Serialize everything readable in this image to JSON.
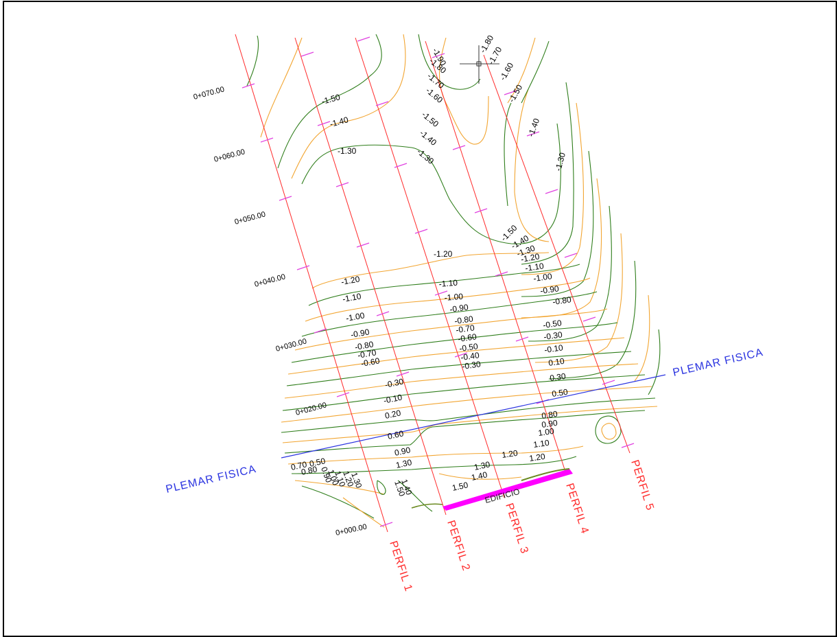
{
  "stations": [
    "0+000.00",
    "0+020.00",
    "0+030.00",
    "0+040.00",
    "0+050.00",
    "0+060.00",
    "0+070.00"
  ],
  "profiles": [
    "PERFIL 1",
    "PERFIL 2",
    "PERFIL 3",
    "PERFIL 4",
    "PERFIL 5"
  ],
  "plemar": "PLEMAR FISICA",
  "building": "EDIFICIO",
  "contour_labels": [
    "-1.80",
    "-1.90",
    "-1.70",
    "-1.80",
    "-1.70",
    "-1.60",
    "-1.60",
    "-1.50",
    "-1.50",
    "-1.40",
    "-1.50",
    "-1.40",
    "-1.30",
    "-1.30",
    "-1.40",
    "-1.30",
    "-1.50",
    "-1.40",
    "-1.30",
    "-1.20",
    "-1.10",
    "-1.00",
    "-0.90",
    "-0.80",
    "-1.20",
    "-1.20",
    "-1.10",
    "-1.00",
    "-0.90",
    "-0.80",
    "-0.70",
    "-0.60",
    "-0.50",
    "-0.40",
    "-0.30",
    "-1.10",
    "-1.00",
    "-0.90",
    "-0.80",
    "-0.70",
    "-0.60",
    "-0.50",
    "-0.30",
    "-0.10",
    "0.10",
    "0.30",
    "0.50",
    "-0.30",
    "-0.10",
    "0.20",
    "0.80",
    "0.90",
    "1.00",
    "1.10",
    "0.60",
    "0.90",
    "1.20",
    "1.20",
    "1.30",
    "1.40",
    "1.50",
    "1.30",
    "1.40",
    "1.50",
    "0.70",
    "0.80",
    "0.90",
    "1.00",
    "1.10",
    "1.20",
    "1.30",
    "0.50"
  ]
}
